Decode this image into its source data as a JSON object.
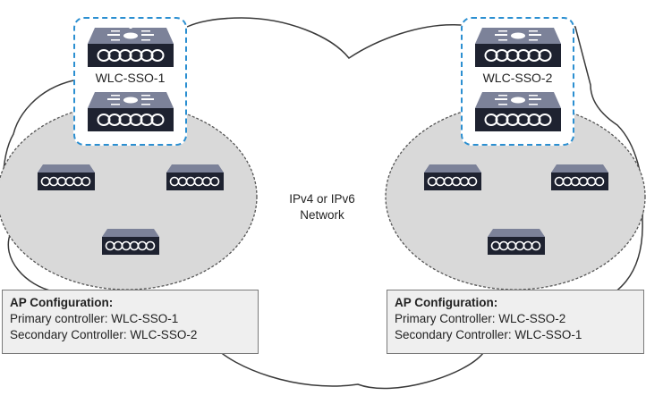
{
  "network": {
    "label_line1": "IPv4 or IPv6",
    "label_line2": "Network"
  },
  "sites": [
    {
      "controller_name": "WLC-SSO-1",
      "config": {
        "title": "AP Configuration:",
        "primary": "Primary controller: WLC-SSO-1",
        "secondary": "Secondary Controller: WLC-SSO-2"
      },
      "access_points": 3,
      "controllers": 2
    },
    {
      "controller_name": "WLC-SSO-2",
      "config": {
        "title": "AP Configuration:",
        "primary": "Primary Controller: WLC-SSO-2",
        "secondary": "Secondary Controller: WLC-SSO-1"
      },
      "access_points": 3,
      "controllers": 2
    }
  ],
  "colors": {
    "ha_pair_border": "#2b8fd1",
    "site_fill": "#d9d9d9",
    "device_body": "#5b6178",
    "device_top": "#7c8299",
    "config_fill": "#efefef"
  },
  "icons": {
    "controller": "wireless-lan-controller-icon",
    "access_point": "access-point-icon",
    "network": "cloud-icon"
  }
}
